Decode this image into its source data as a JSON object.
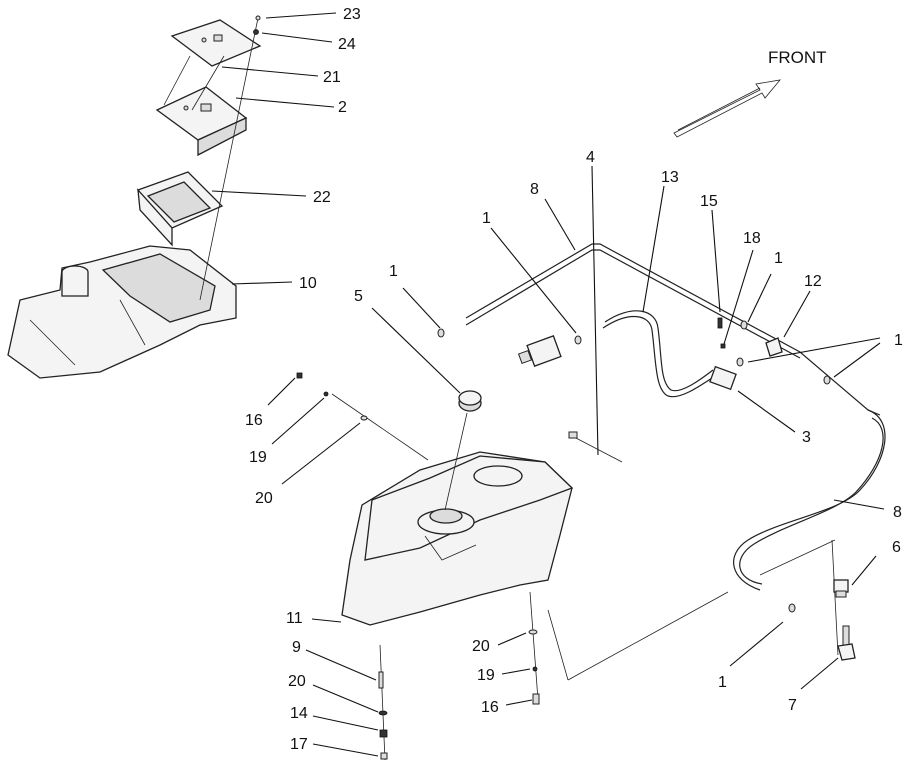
{
  "front_label": "FRONT",
  "callouts": {
    "c23": "23",
    "c24": "24",
    "c21": "21",
    "c2": "2",
    "c22": "22",
    "c10": "10",
    "c4": "4",
    "c13": "13",
    "c8a": "8",
    "c1a": "1",
    "c15": "15",
    "c18": "18",
    "c1b": "1",
    "c12": "12",
    "c1c": "1",
    "c1d": "1",
    "c5": "5",
    "c3": "3",
    "c16a": "16",
    "c19a": "19",
    "c20a": "20",
    "c8b": "8",
    "c6": "6",
    "c11": "11",
    "c9": "9",
    "c20b": "20",
    "c14": "14",
    "c17": "17",
    "c20c": "20",
    "c19b": "19",
    "c16b": "16",
    "c1e": "1",
    "c7": "7"
  }
}
